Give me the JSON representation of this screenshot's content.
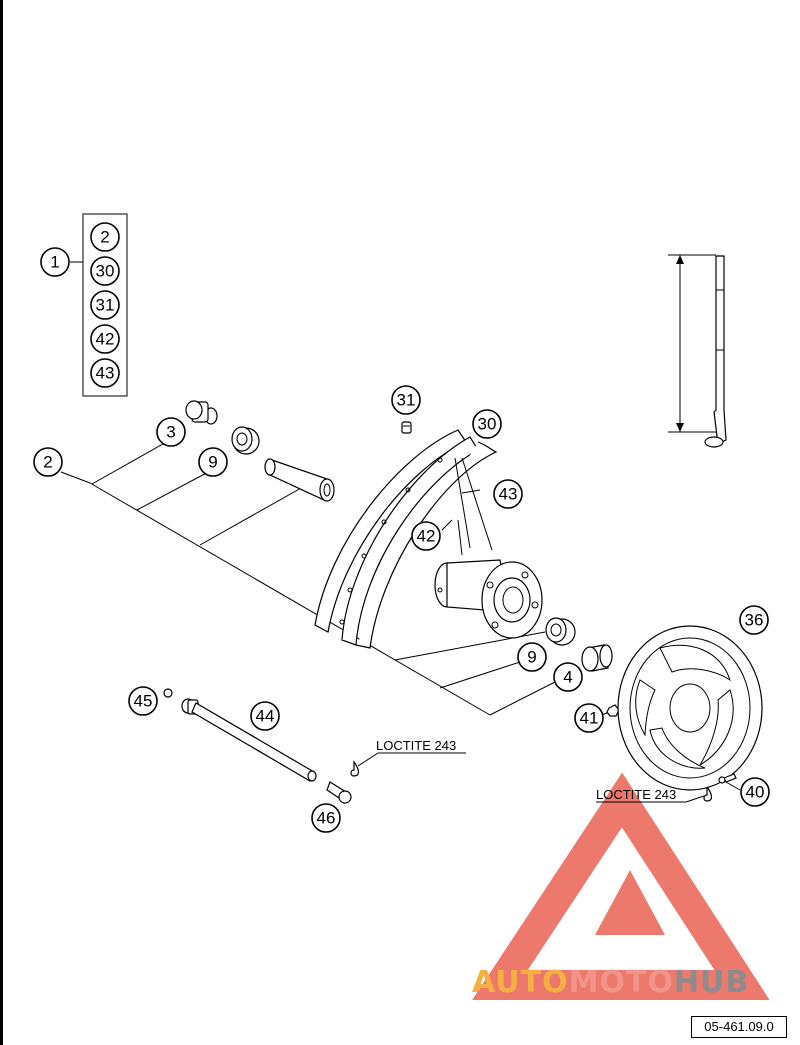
{
  "callouts": {
    "kit": "1",
    "kit_items": [
      "2",
      "30",
      "31",
      "42",
      "43"
    ],
    "spacer_left": "2",
    "spacer_left_small": "3",
    "bearing_left": "9",
    "valve_insert": "31",
    "rim": "30",
    "spoke_outer": "43",
    "spoke_inner": "42",
    "bearing_right": "9",
    "spacer_right": "4",
    "washer": "45",
    "axle": "44",
    "nut": "41",
    "disc": "36",
    "disc_bolt": "40",
    "clamp_screw": "46"
  },
  "notes": {
    "loctite_left": "LOCTITE 243",
    "loctite_right": "LOCTITE 243"
  },
  "reference_code": "05-461.09.0",
  "logo": {
    "part1": "AUTO",
    "part2": "MOTO",
    "part3": "HUB",
    "colors": {
      "auto": "#f5b041",
      "moto": "#f1948a",
      "hub": "#8c8c8c",
      "triangle": "#e74c3c"
    }
  }
}
